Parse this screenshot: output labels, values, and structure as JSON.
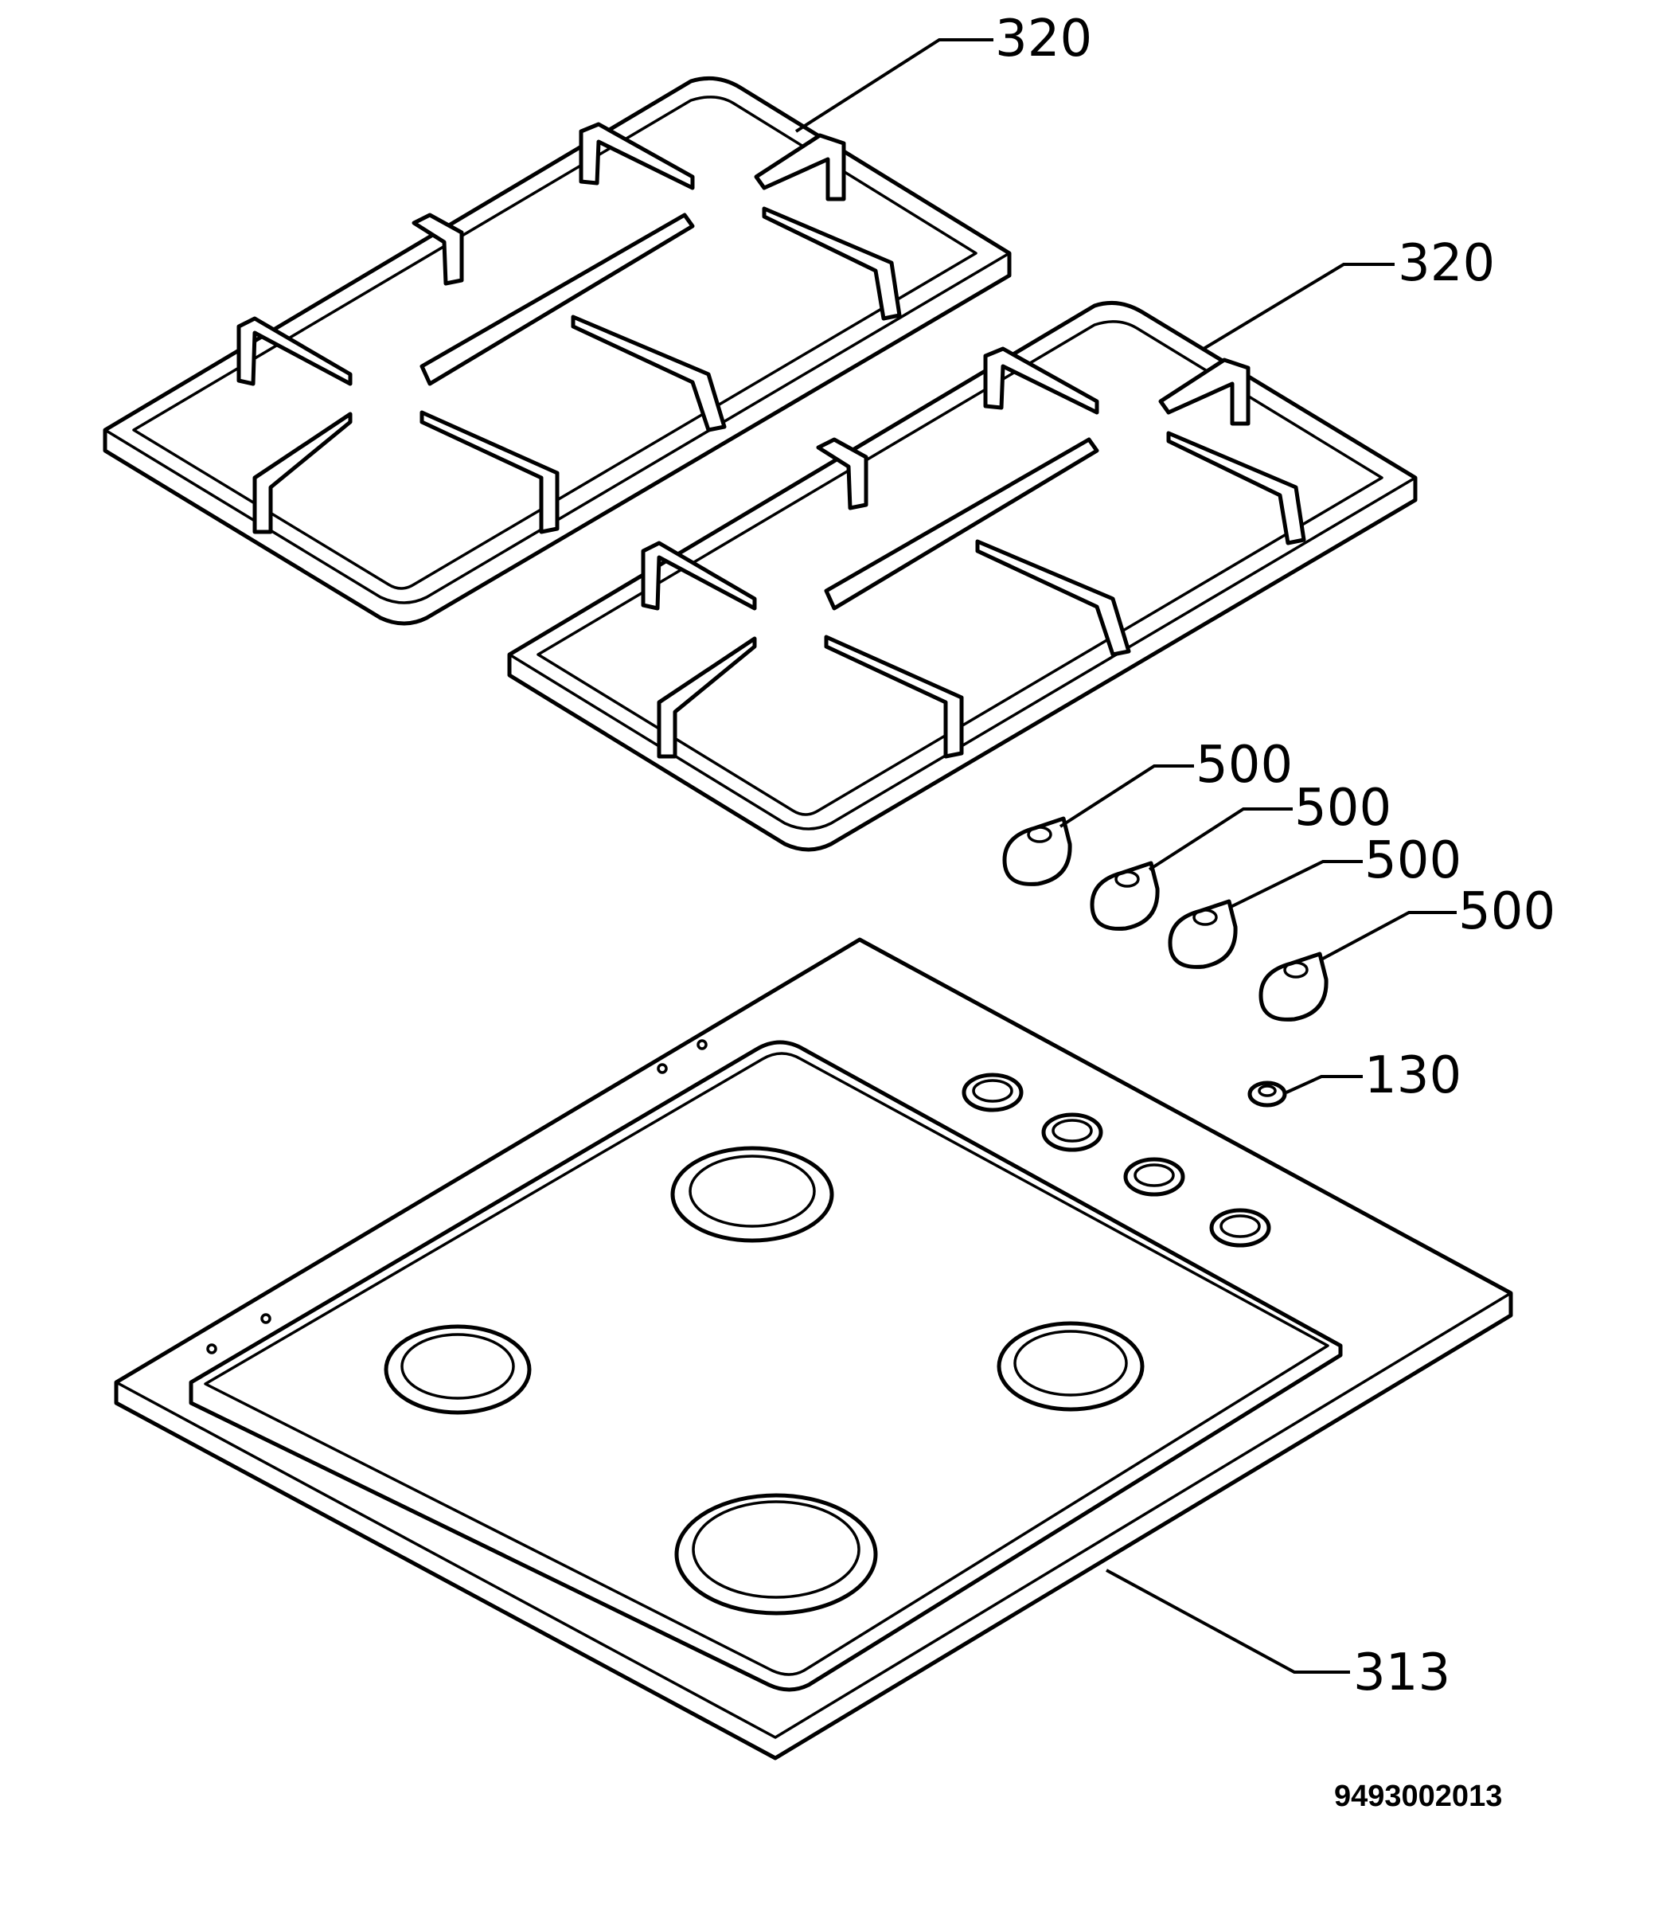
{
  "callouts": {
    "grid_1": "320",
    "grid_2": "320",
    "knob_1": "500",
    "knob_2": "500",
    "knob_3": "500",
    "knob_4": "500",
    "bezel": "130",
    "hob_top": "313"
  },
  "drawing_number": "9493002013"
}
